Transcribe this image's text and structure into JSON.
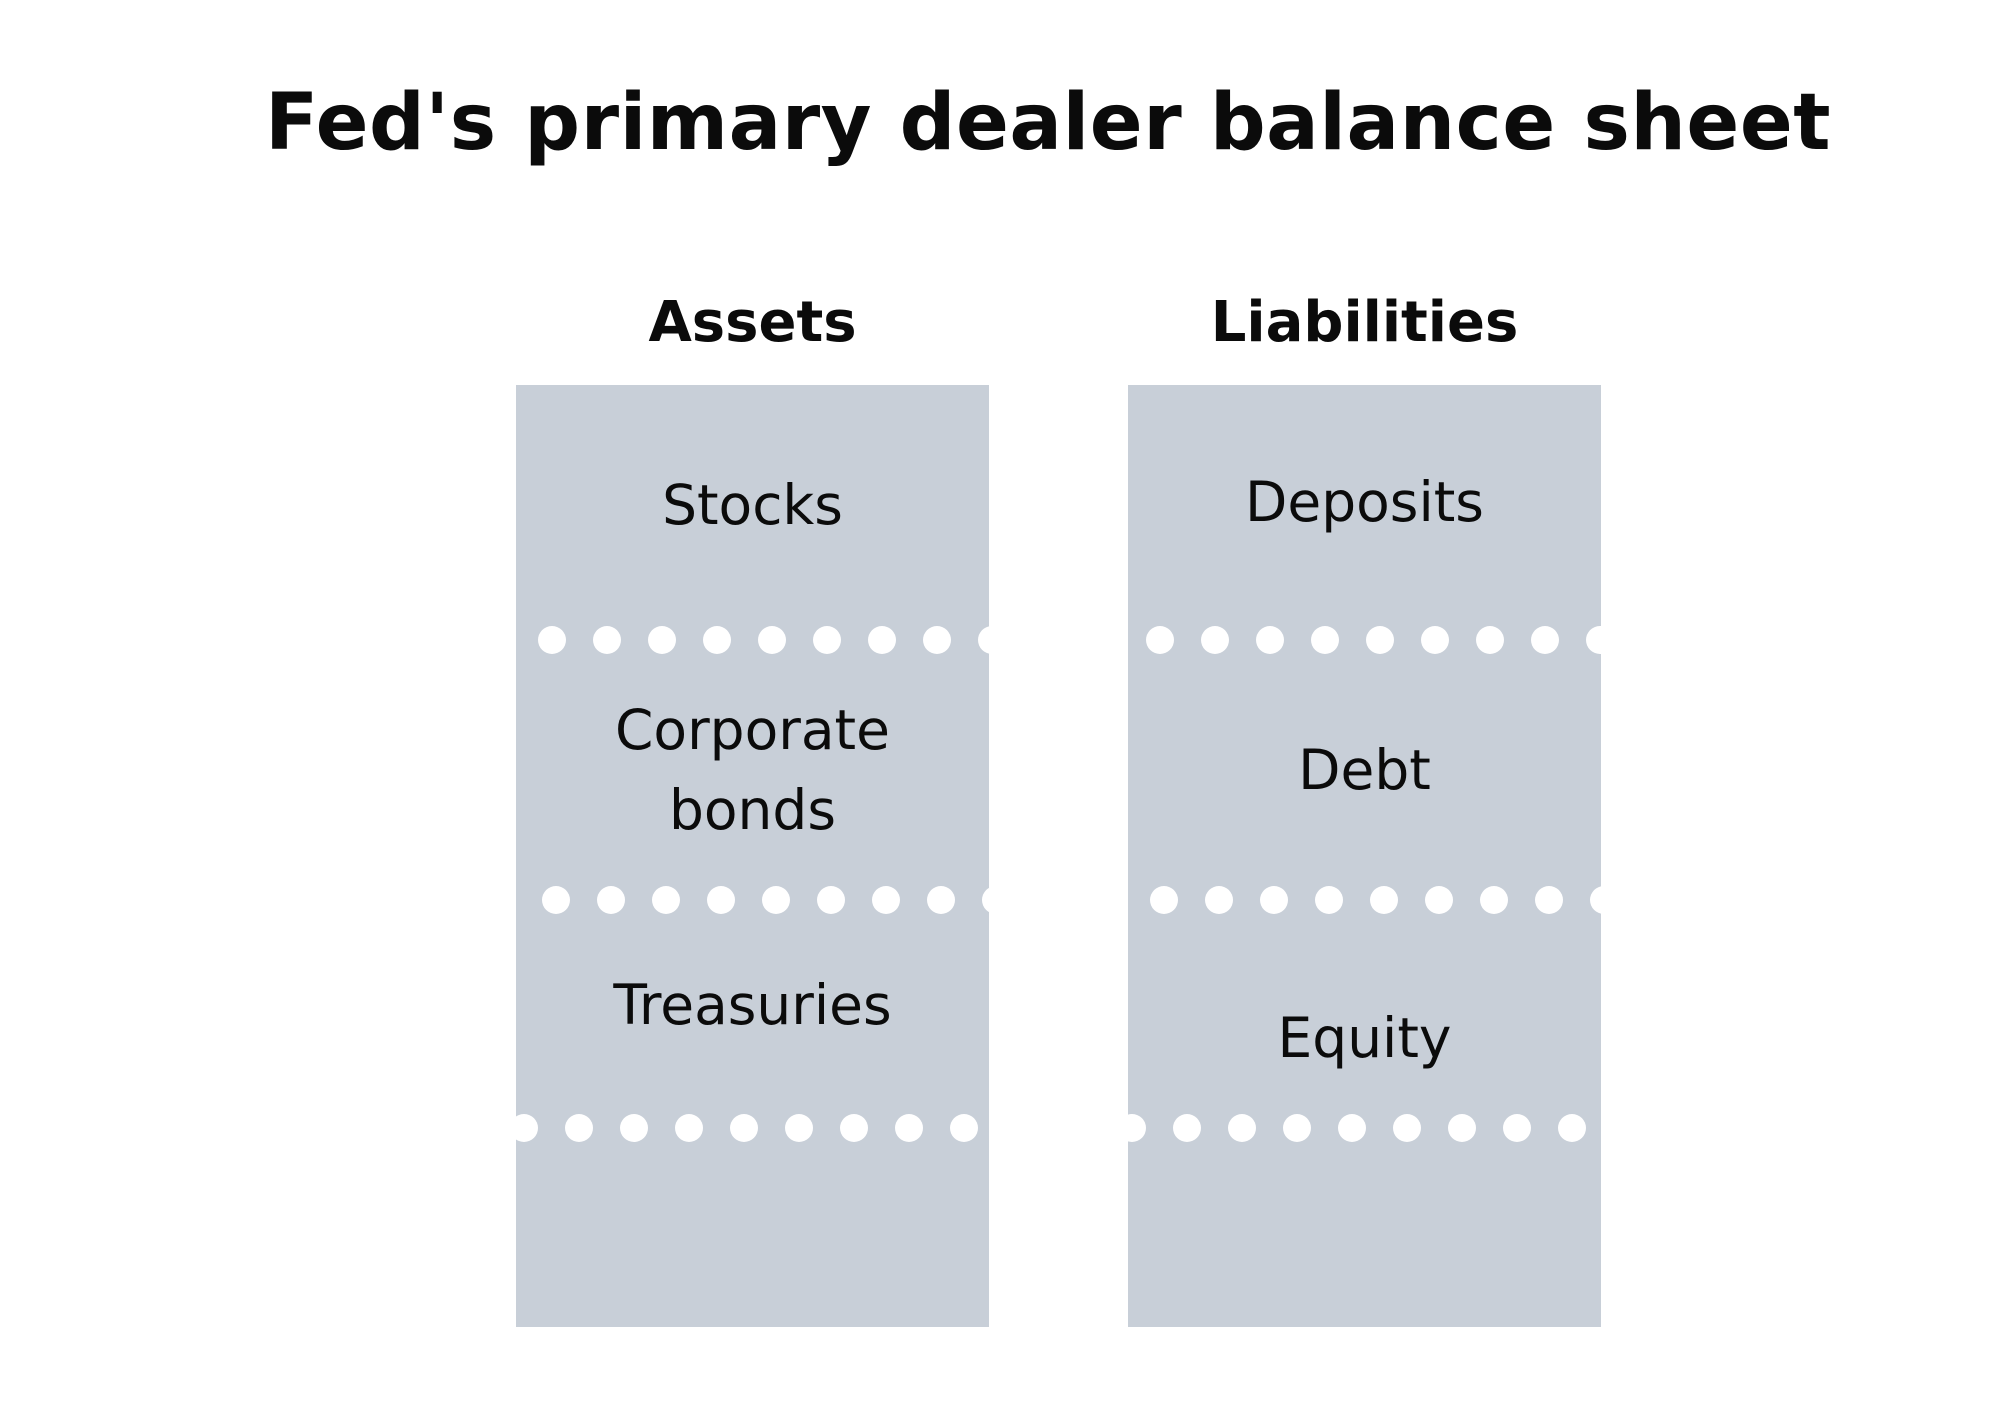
{
  "title": "Fed's primary dealer balance sheet",
  "columns": {
    "assets": {
      "heading": "Assets",
      "items": [
        "Stocks",
        "Corporate\nbonds",
        "Treasuries"
      ]
    },
    "liabilities": {
      "heading": "Liabilities",
      "items": [
        "Deposits",
        "Debt",
        "Equity"
      ]
    }
  },
  "colors": {
    "panel": "#c8cfd8",
    "separator_dots": "#ffffff",
    "text": "#0b0b0b"
  }
}
